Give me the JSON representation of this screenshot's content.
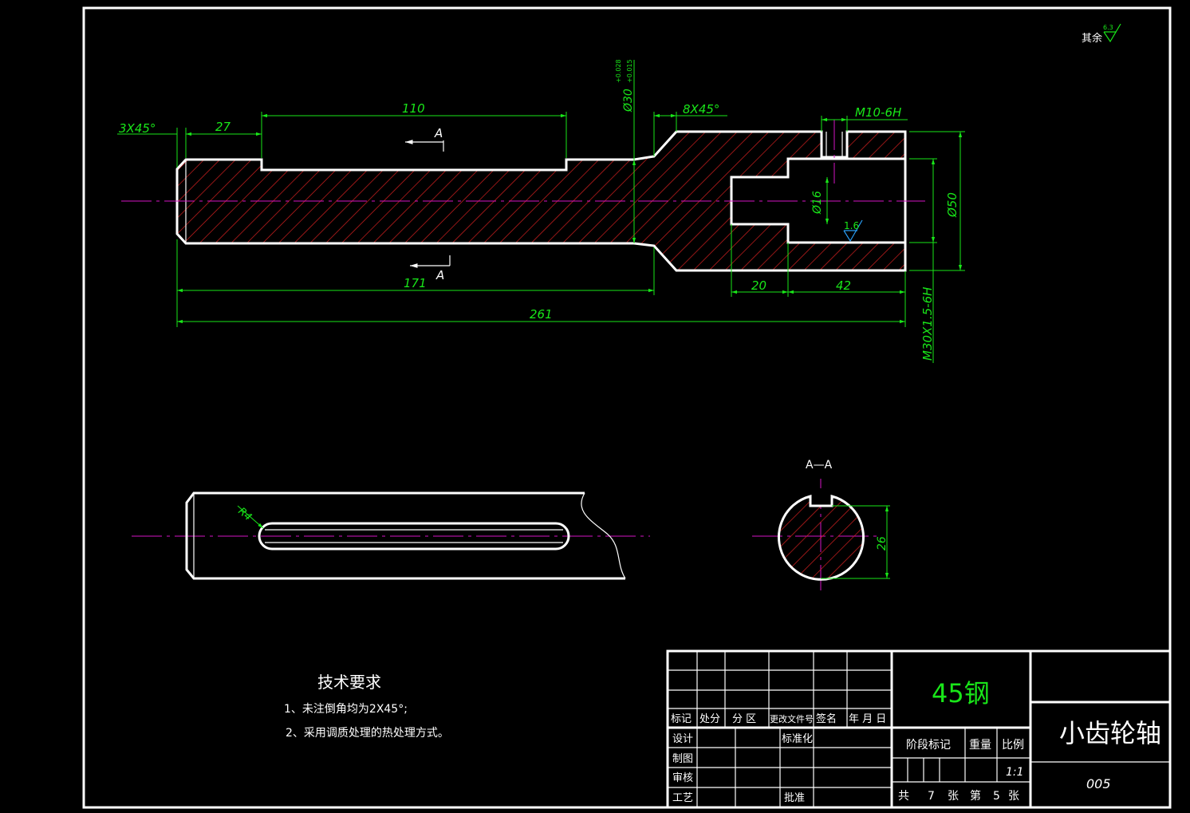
{
  "roughness": {
    "label": "其余",
    "value": "6.3"
  },
  "dimensions": {
    "chamfer_left": "3X45°",
    "len_27": "27",
    "len_110": "110",
    "dia_30": "Ø30",
    "dia_30_tol_upper": "+0.028",
    "dia_30_tol_lower": "+0.015",
    "chamfer_mid": "8X45°",
    "thread_m10": "M10-6H",
    "dia_16": "Ø16",
    "roughness_1_6": "1.6",
    "dia_50": "Ø50",
    "len_171": "171",
    "len_20": "20",
    "len_42": "42",
    "len_261": "261",
    "thread_m30": "M30X1.5-6H",
    "radius_r4": "R4",
    "key_depth_26": "26"
  },
  "section": {
    "marker": "A",
    "title": "A—A"
  },
  "tech_requirements": {
    "title": "技术要求",
    "items": [
      "1、未注倒角均为2X45°;",
      "2、采用调质处理的热处理方式。"
    ]
  },
  "title_block": {
    "material": "45钢",
    "part_name": "小齿轮轴",
    "drawing_no": "005",
    "header": {
      "mark": "标记",
      "count": "处分",
      "zone": "分 区",
      "change_doc": "更改文件号",
      "sign": "签名",
      "date": "年 月 日"
    },
    "roles": {
      "design": "设计",
      "standardize": "标准化",
      "draw": "制图",
      "review": "审核",
      "process": "工艺",
      "approve": "批准"
    },
    "stage_mark": "阶段标记",
    "weight": "重量",
    "scale_label": "比例",
    "scale": "1:1",
    "sheets": {
      "total_prefix": "共",
      "total": "7",
      "unit": "张",
      "current_prefix": "第",
      "current": "5"
    }
  },
  "colors": {
    "outline": "#ffffff",
    "dimension": "#19e619",
    "hatch": "#d42020",
    "centerline": "#d414c4",
    "background": "#000000"
  }
}
